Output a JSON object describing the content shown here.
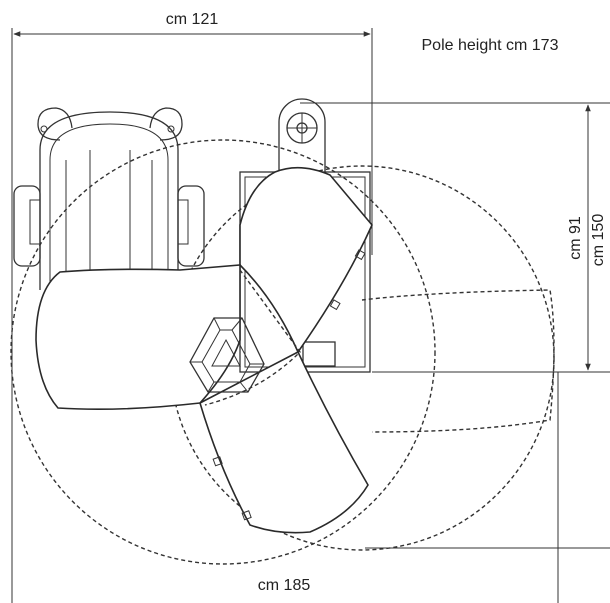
{
  "labels": {
    "width_top": "cm 121",
    "pole_height": "Pole height cm 173",
    "depth_inner": "cm 91",
    "depth_outer": "cm 150",
    "width_bottom": "cm 185"
  },
  "colors": {
    "line": "#333333",
    "text": "#222222",
    "background": "#ffffff"
  }
}
